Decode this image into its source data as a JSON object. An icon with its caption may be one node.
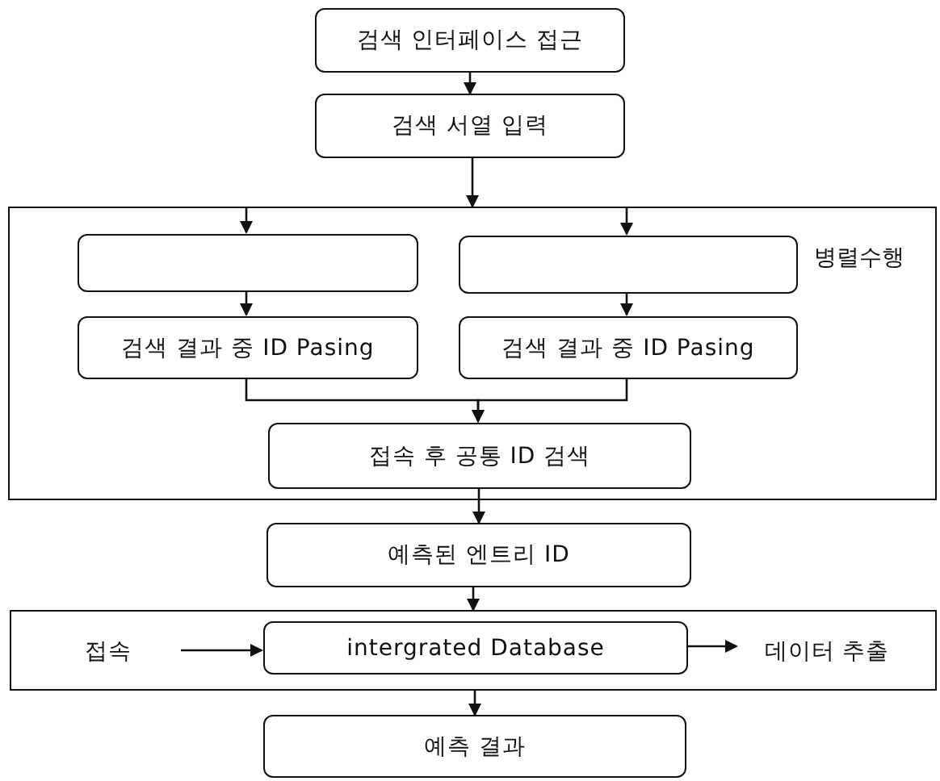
{
  "diagram": {
    "nodes": [
      {
        "text": [
          "검색 인터페이스 접근"
        ]
      },
      {
        "text": [
          "검색 서열 입력"
        ]
      },
      {
        "text": [
          "병렬수행"
        ]
      },
      {
        "text": [],
        "shape": "box",
        "in": 2
      },
      {
        "text": [],
        "shape": "box",
        "in": 2
      },
      {
        "text": [
          "검색 결과 중 ID Pasing"
        ],
        "in": 2
      },
      {
        "text": [
          "검색 결과 중 ID Pasing"
        ],
        "in": 2
      },
      {
        "text": [
          "접속 후 공통 ID 검색"
        ],
        "in": 2
      },
      {
        "text": [
          "예측된 엔트리 ID"
        ]
      },
      {
        "text": [],
        "shape": "box"
      },
      {
        "text": [
          "접속"
        ],
        "in": 9
      },
      {
        "text": [
          "intergrated Database"
        ],
        "in": 9
      },
      {
        "text": [
          "데이터 추출"
        ],
        "in": 9
      },
      {
        "text": [
          "예측 결과"
        ]
      }
    ],
    "edges": [
      {
        "from": 0,
        "to": 1,
        "arrow": "to"
      },
      {
        "from": 1,
        "to": 2,
        "arrow": "to"
      },
      {
        "from": 2,
        "to": 3,
        "arrow": "to"
      },
      {
        "from": 2,
        "to": 4,
        "arrow": "to"
      },
      {
        "from": 3,
        "to": 5,
        "arrow": "to"
      },
      {
        "from": 4,
        "to": 6,
        "arrow": "to"
      },
      {
        "from": 5,
        "to": 7,
        "arrow": "to"
      },
      {
        "from": 6,
        "to": 7,
        "arrow": "to"
      },
      {
        "from": 7,
        "to": 8,
        "arrow": "to"
      },
      {
        "from": 8,
        "to": 9,
        "arrow": "to"
      },
      {
        "from": 9,
        "to": 13,
        "arrow": "to"
      },
      {
        "from": 10,
        "to": 11,
        "arrow": "to"
      },
      {
        "from": 11,
        "to": 12,
        "arrow": "to"
      }
    ]
  }
}
